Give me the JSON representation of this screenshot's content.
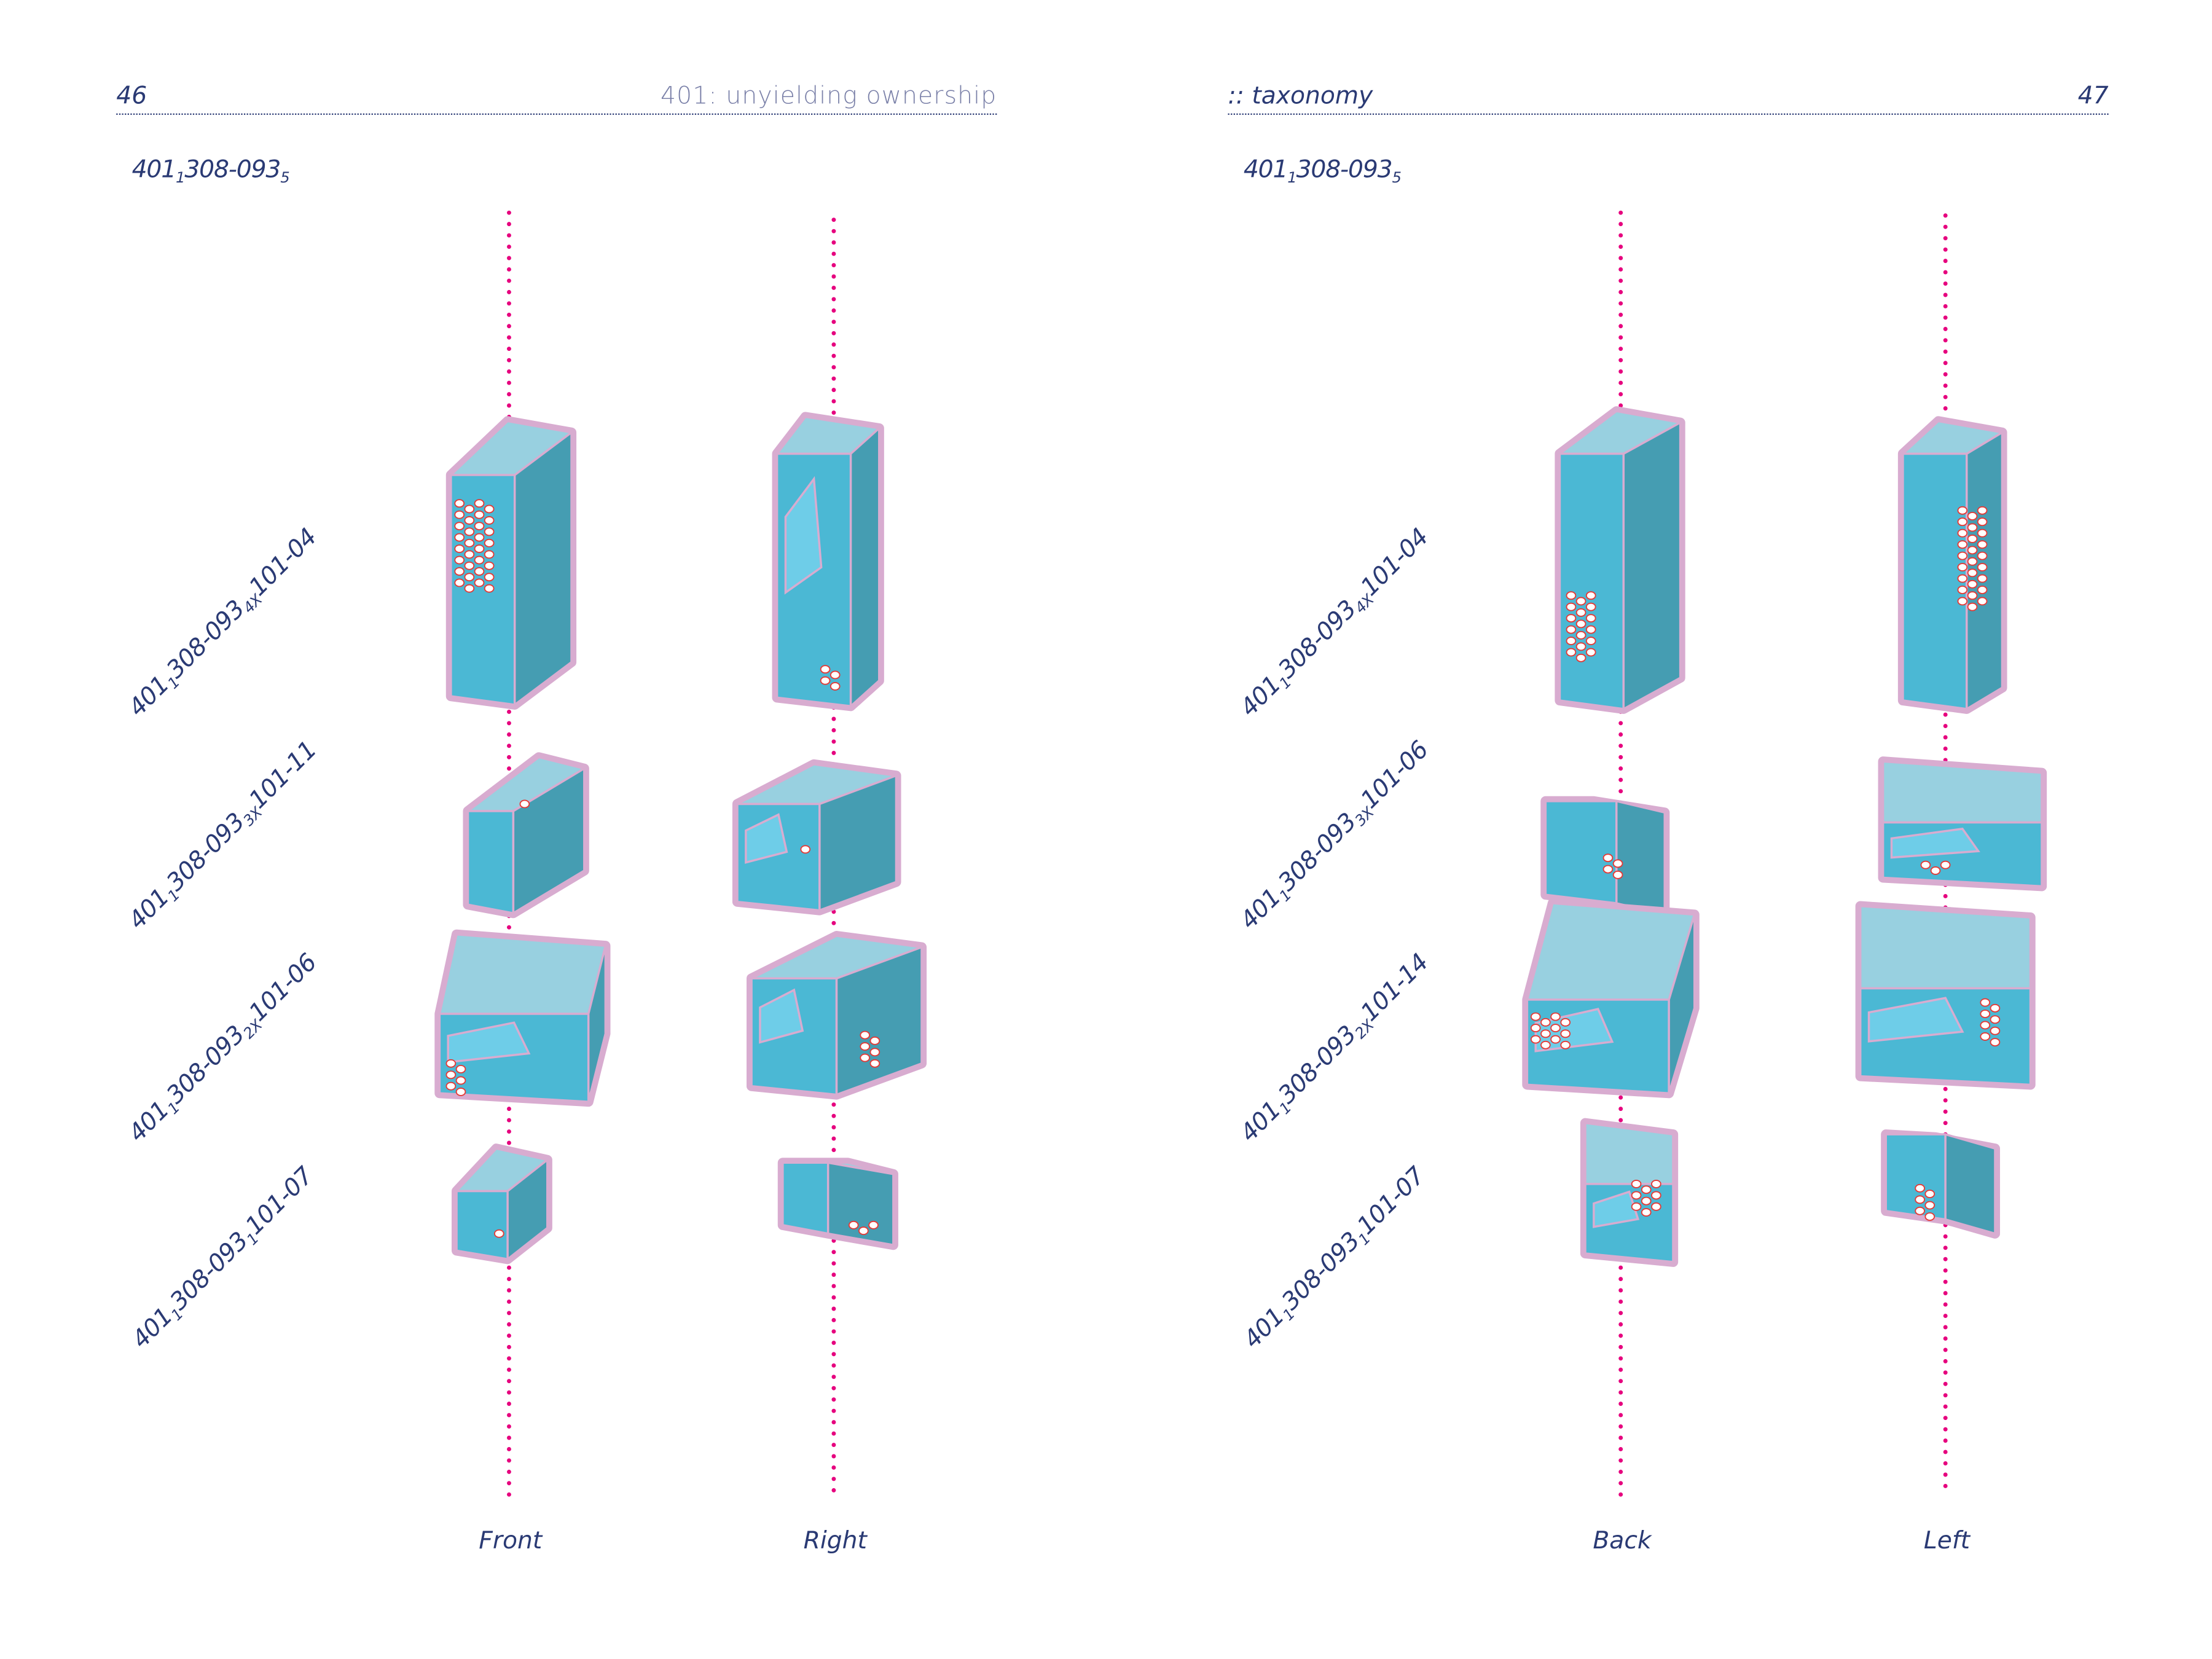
{
  "left_page": {
    "page_number": "46",
    "running_head": "401: unyielding ownership",
    "specimen": {
      "main": "401",
      "sub1": "1",
      "mid": "308-093",
      "sub2": "5"
    },
    "rows": [
      {
        "main": "401",
        "sub1": "1",
        "mid": "308-093",
        "sub2": "4X",
        "tail": "101-04"
      },
      {
        "main": "401",
        "sub1": "1",
        "mid": "308-093",
        "sub2": "3X",
        "tail": "101-11"
      },
      {
        "main": "401",
        "sub1": "1",
        "mid": "308-093",
        "sub2": "2X",
        "tail": "101-06"
      },
      {
        "main": "401",
        "sub1": "1",
        "mid": "308-093",
        "sub2": "1",
        "tail": "101-07"
      }
    ],
    "views": [
      "Front",
      "Right"
    ]
  },
  "right_page": {
    "page_number": "47",
    "running_head": ":: taxonomy",
    "specimen": {
      "main": "401",
      "sub1": "1",
      "mid": "308-093",
      "sub2": "5"
    },
    "rows": [
      {
        "main": "401",
        "sub1": "1",
        "mid": "308-093",
        "sub2": "4X",
        "tail": "101-04"
      },
      {
        "main": "401",
        "sub1": "1",
        "mid": "308-093",
        "sub2": "3X",
        "tail": "101-06"
      },
      {
        "main": "401",
        "sub1": "1",
        "mid": "308-093",
        "sub2": "2X",
        "tail": "101-14"
      },
      {
        "main": "401",
        "sub1": "1",
        "mid": "308-093",
        "sub2": "1",
        "tail": "101-07"
      }
    ],
    "views": [
      "Back",
      "Left"
    ]
  },
  "colors": {
    "text": "#2a3a74",
    "axis": "#e6007e",
    "outline": "#d8acd0",
    "top": "#98d0e0",
    "front": "#4bb8d4",
    "side": "#459db2",
    "light": "#6ecde8",
    "hole_stroke": "#e53935"
  }
}
